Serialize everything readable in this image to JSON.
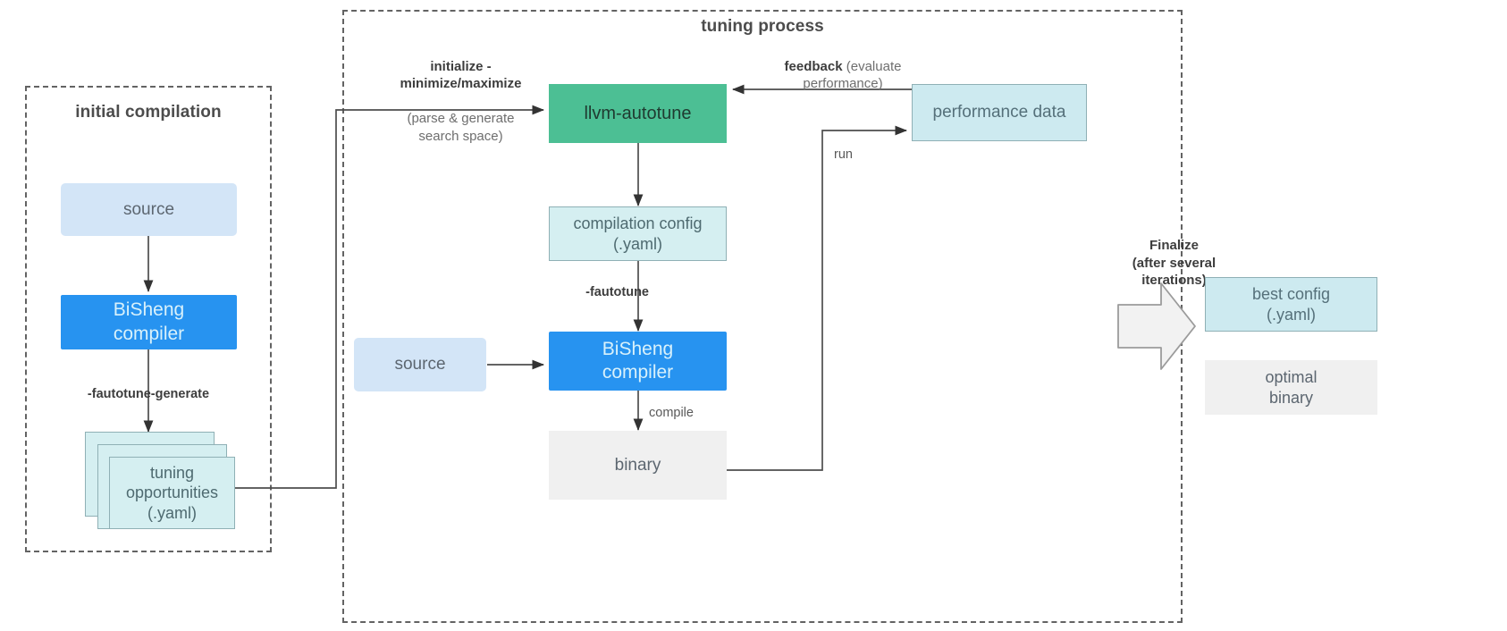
{
  "diagram": {
    "title": "BiSheng compiler autotuning flow",
    "colors": {
      "source": "#d3e5f7",
      "bisheng": "#2793f0",
      "yaml": "#d5eff1",
      "autotune": "#4cbf94",
      "perf": "#cdeaf0",
      "binary": "#f0f0f0",
      "dashed_border": "#636363",
      "wire": "#4d4d4d"
    }
  },
  "groups": {
    "initial_compilation": {
      "title": "initial compilation"
    },
    "tuning_process": {
      "title": "tuning process"
    }
  },
  "nodes": {
    "left_source": {
      "label": "source"
    },
    "left_bisheng": {
      "label": "BiSheng\ncompiler"
    },
    "tuning_opportunities": {
      "label": "tuning\nopportunities\n(.yaml)"
    },
    "llvm_autotune": {
      "label": "llvm-autotune"
    },
    "compilation_config": {
      "label": "compilation config\n(.yaml)"
    },
    "center_source": {
      "label": "source"
    },
    "center_bisheng": {
      "label": "BiSheng\ncompiler"
    },
    "binary": {
      "label": "binary"
    },
    "performance_data": {
      "label": "performance data"
    },
    "best_config": {
      "label": "best config\n(.yaml)"
    },
    "optimal_binary": {
      "label": "optimal\nbinary"
    }
  },
  "edge_labels": {
    "fautotune_generate": "-fautotune-generate",
    "initialize_bold": "initialize -\nminimize/maximize",
    "initialize_plain": "(parse & generate\nsearch space)",
    "feedback_bold": "feedback",
    "feedback_plain": " (evaluate\nperformance)",
    "fautotune": "-fautotune",
    "compile": "compile",
    "run": "run",
    "finalize": "Finalize\n(after several\niterations)"
  }
}
